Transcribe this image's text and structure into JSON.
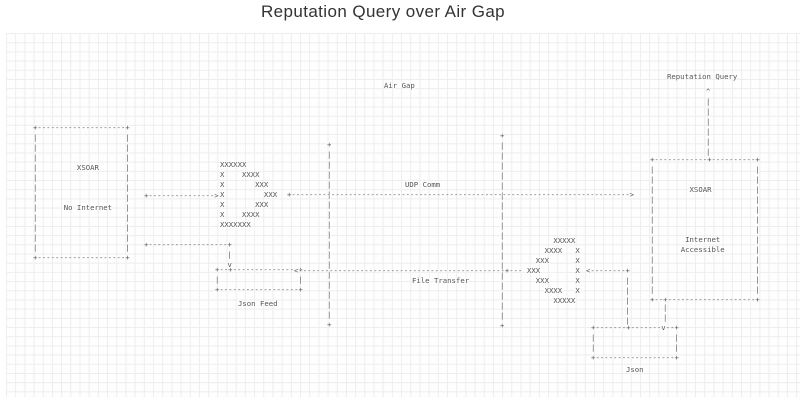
{
  "title": "Reputation Query over Air Gap",
  "colors": {
    "ink": "#555555",
    "title": "#333333",
    "grid": "#ededed"
  },
  "labels": {
    "air_gap": "Air Gap",
    "udp_comm": "UDP Comm",
    "file_transfer": "File Transfer",
    "json_feed": "Json Feed",
    "json": "Json",
    "reputation_query": "Reputation Query"
  },
  "nodes": {
    "left_box": {
      "title": "XSOAR",
      "subtitle": "No Internet"
    },
    "right_box": {
      "title": "XSOAR",
      "subtitle": "Internet Accessible"
    }
  },
  "ascii": {
    "left_box": "+--------------------+\n|                    |\n|                    |\n|                    |\n|         XSOAR      |\n|                    |\n|                    |\n|                    |\n|      No Internet   |\n|                    |\n|                    |\n|                    |\n|                    |\n+--------------------+",
    "right_box": "+------------+----------+\n|                       |\n|                       |\n|        XSOAR          |\n|                       |\n|                       |\n|                       |\n|                       |\n|       Internet        |\n|      Accessible       |\n|                       |\n|                       |\n|                       |\n|                       |\n+--+--------------------+",
    "left_arrow": "+--------------->",
    "left_xshape": "XXXXXX\nX    XXXX\nX       XXX\nX         XXX\nX       XXX\nX    XXXX\nXXXXXXX",
    "right_xshape": "      XXXXX\n    XXXX   X\n  XXX      X\nXXX        X\n  XXX      X\n    XXXX   X\n      XXXXX",
    "udp_arrow": "+----------------------------------------------------------------------------->",
    "left_vline": "+\n|\n|\n|\n|\n|\n|\n|\n|\n|\n|\n|\n|\n|\n|\n|\n|\n|\n+",
    "right_vline": "+\n|\n|\n|\n|\n|\n|\n|\n|\n|\n|\n|\n|\n|\n|\n|\n|\n|\n|\n+",
    "reputation_arrow": "^\n|\n|\n|\n|\n|\n|",
    "left_connector": "+------------------+\n                   |\n                   v",
    "jsonfeed_box": "+--+---------------+\n|                  |\n+------------------+",
    "file_arrow": "<-----------------------------------------------+---",
    "right_arrow_down": "<--------+\n         |\n         |\n         |\n         |\n         |",
    "rightbox_down": "|\n|",
    "json_box": "+-------+-------v--+\n|                  |\n|                  |\n+------------------+"
  }
}
